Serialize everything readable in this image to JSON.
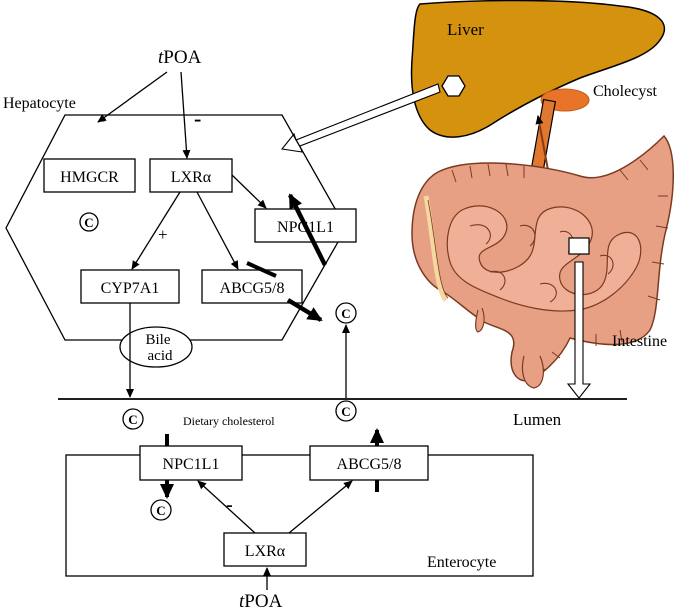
{
  "organs": {
    "liver": "Liver",
    "cholecyst": "Cholecyst",
    "intestine": "Intestine"
  },
  "compartments": {
    "hepatocyte": "Hepatocyte",
    "enterocyte": "Enterocyte",
    "lumen": "Lumen"
  },
  "drug": {
    "prefix": "t",
    "name": "POA"
  },
  "hepatocyte_nodes": {
    "hmgcr": "HMGCR",
    "lxr": "LXRα",
    "npc1l1": "NPC1L1",
    "cyp7a1": "CYP7A1",
    "abcg58": "ABCG5/8",
    "bile_line1": "Bile",
    "bile_line2": "acid"
  },
  "enterocyte_nodes": {
    "npc1l1": "NPC1L1",
    "abcg58": "ABCG5/8",
    "lxr": "LXRα"
  },
  "labels": {
    "dietary": "Dietary cholesterol",
    "cholesterol_symbol": "C",
    "minus": "-",
    "plus": "+"
  },
  "colors": {
    "liver": "#d4920e",
    "gallbladder": "#e8742a",
    "duct": "#e07830",
    "intestine": "#e8a085",
    "intestine_dark": "#c97055",
    "outline": "#000000"
  }
}
